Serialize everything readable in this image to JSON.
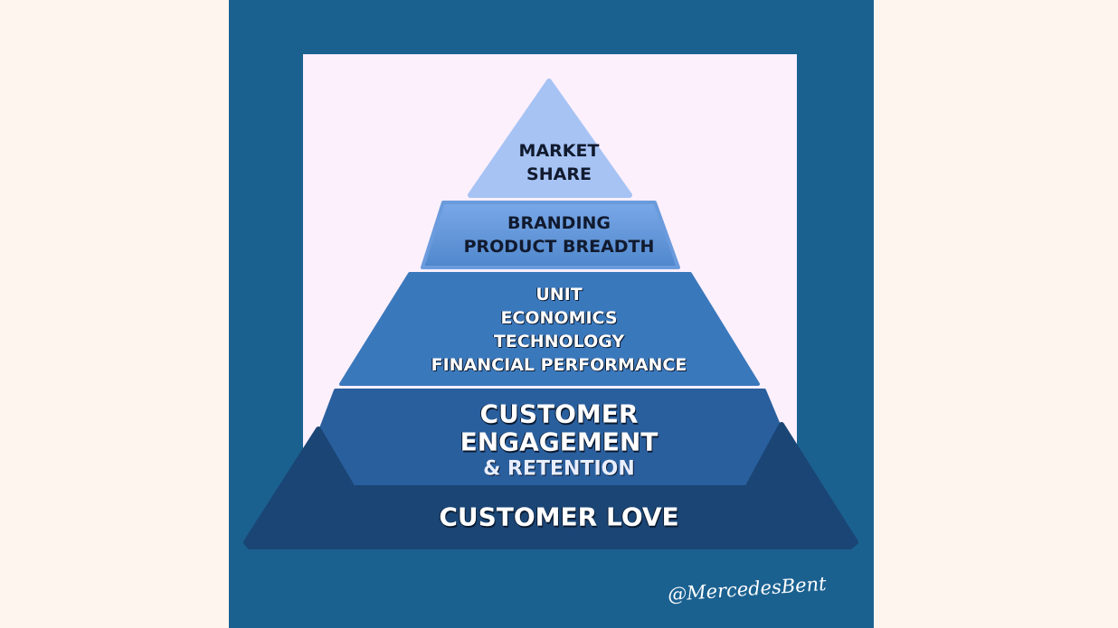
{
  "tiers": {
    "market_share": [
      "MARKET",
      "SHARE"
    ],
    "branding": [
      "BRANDING",
      "PRODUCT BREADTH"
    ],
    "unit_economics": [
      "UNIT",
      "ECONOMICS",
      "TECHNOLOGY",
      "FINANCIAL PERFORMANCE"
    ],
    "engagement": [
      "CUSTOMER",
      "ENGAGEMENT",
      "& RETENTION"
    ],
    "love": [
      "CUSTOMER LOVE"
    ]
  },
  "signature": "@MercedesBent",
  "colors": {
    "page_bg": "#fdf5ee",
    "panel": "#1b6190",
    "inner": "#fcf0fc",
    "tier1": "#a6c3f4",
    "tier2": "#5b92d6",
    "tier3": "#3a78bc",
    "tier4": "#2a5f9e",
    "tier5": "#1a4575"
  }
}
